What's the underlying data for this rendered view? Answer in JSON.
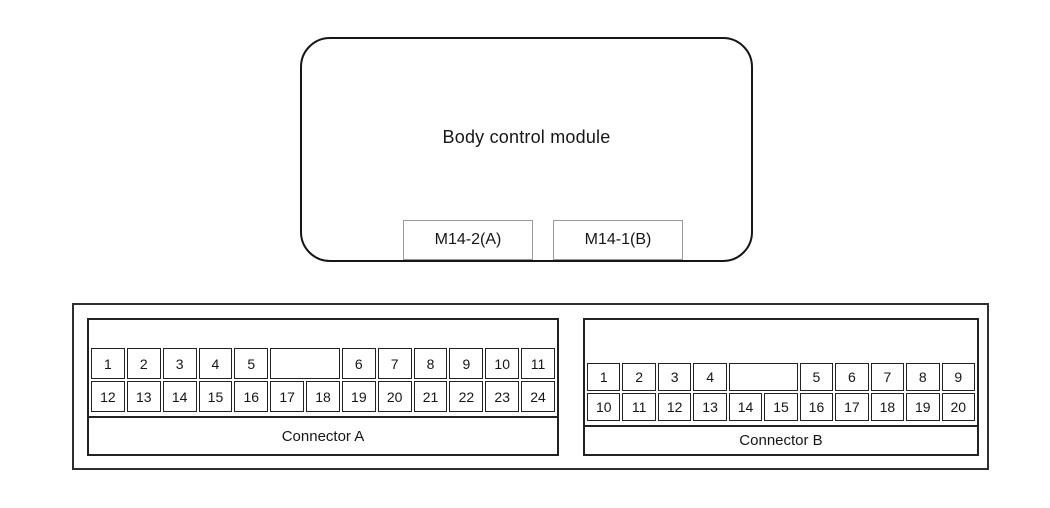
{
  "module": {
    "title": "Body control module",
    "tags": [
      "M14-2(A)",
      "M14-1(B)"
    ]
  },
  "connectors": [
    {
      "name": "Connector A",
      "columns": 13,
      "rows": [
        [
          {
            "label": "1"
          },
          {
            "label": "2"
          },
          {
            "label": "3"
          },
          {
            "label": "4"
          },
          {
            "label": "5"
          },
          {
            "label": "",
            "span": 2
          },
          {
            "label": "6"
          },
          {
            "label": "7"
          },
          {
            "label": "8"
          },
          {
            "label": "9"
          },
          {
            "label": "10"
          },
          {
            "label": "11"
          }
        ],
        [
          {
            "label": "12"
          },
          {
            "label": "13"
          },
          {
            "label": "14"
          },
          {
            "label": "15"
          },
          {
            "label": "16"
          },
          {
            "label": "17"
          },
          {
            "label": "18"
          },
          {
            "label": "19"
          },
          {
            "label": "20"
          },
          {
            "label": "21"
          },
          {
            "label": "22"
          },
          {
            "label": "23"
          },
          {
            "label": "24"
          }
        ]
      ]
    },
    {
      "name": "Connector B",
      "columns": 11,
      "rows": [
        [
          {
            "label": "1"
          },
          {
            "label": "2"
          },
          {
            "label": "3"
          },
          {
            "label": "4"
          },
          {
            "label": "",
            "span": 2
          },
          {
            "label": "5"
          },
          {
            "label": "6"
          },
          {
            "label": "7"
          },
          {
            "label": "8"
          },
          {
            "label": "9"
          }
        ],
        [
          {
            "label": "10"
          },
          {
            "label": "11"
          },
          {
            "label": "12"
          },
          {
            "label": "13"
          },
          {
            "label": "14"
          },
          {
            "label": "15"
          },
          {
            "label": "16"
          },
          {
            "label": "17"
          },
          {
            "label": "18"
          },
          {
            "label": "19"
          },
          {
            "label": "20"
          }
        ]
      ]
    }
  ],
  "colors": {
    "line": "#161616",
    "tag_border": "#999999",
    "background": "#ffffff"
  }
}
